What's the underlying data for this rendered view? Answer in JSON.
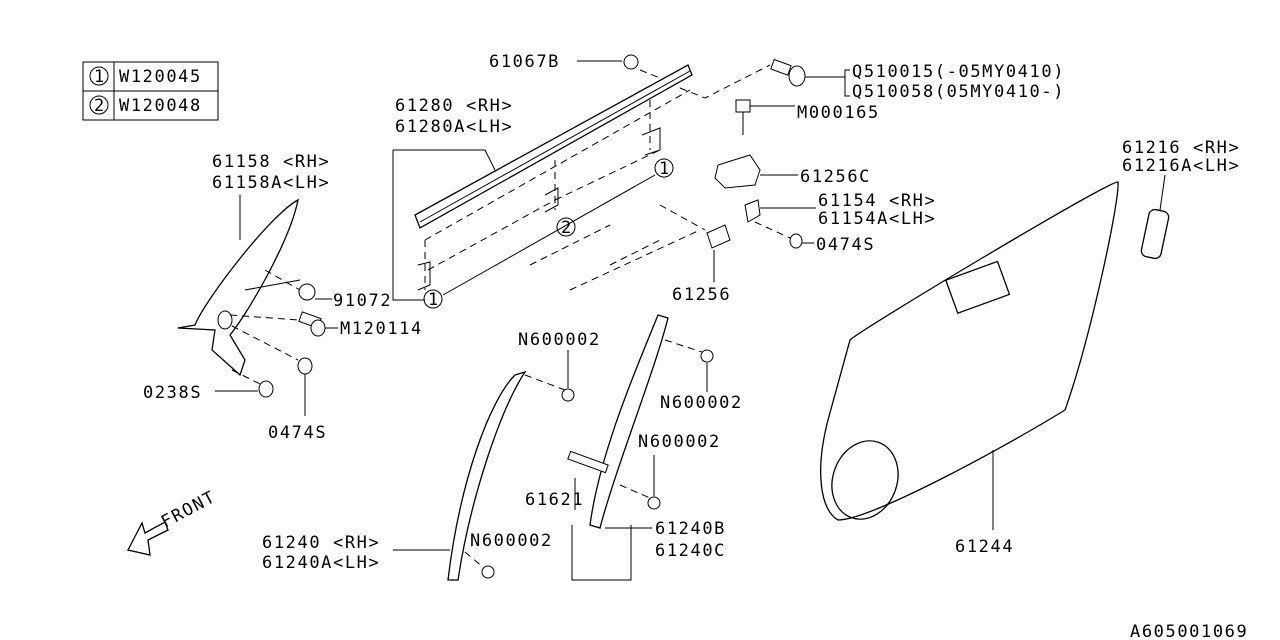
{
  "legend_table": [
    {
      "marker": "1",
      "code": "W120045"
    },
    {
      "marker": "2",
      "code": "W120048"
    }
  ],
  "callouts": {
    "p61067b": "61067B",
    "q510015": "Q510015(-05MY0410)",
    "q510058": "Q510058(05MY0410-)",
    "m000165": "M000165",
    "p61280_rh": "61280 <RH>",
    "p61280a_lh": "61280A<LH>",
    "p61256c": "61256C",
    "p61154_rh": "61154 <RH>",
    "p61154a_lh": "61154A<LH>",
    "p0474s_a": "0474S",
    "p61256": "61256",
    "p61216_rh": "61216 <RH>",
    "p61216a_lh": "61216A<LH>",
    "p61158_rh": "61158 <RH>",
    "p61158a_lh": "61158A<LH>",
    "p91072": "91072",
    "m120114": "M120114",
    "n600002_a": "N600002",
    "p0238s": "0238S",
    "p0474s_b": "0474S",
    "n600002_b": "N600002",
    "n600002_c": "N600002",
    "p61621": "61621",
    "p61240b": "61240B",
    "p61240c": "61240C",
    "p61240_rh": "61240 <RH>",
    "p61240a_lh": "61240A<LH>",
    "n600002_d": "N600002",
    "p61244": "61244"
  },
  "ref_markers": {
    "one": "1",
    "two": "2"
  },
  "front_label": "FRONT",
  "diagram_id": "A605001069"
}
